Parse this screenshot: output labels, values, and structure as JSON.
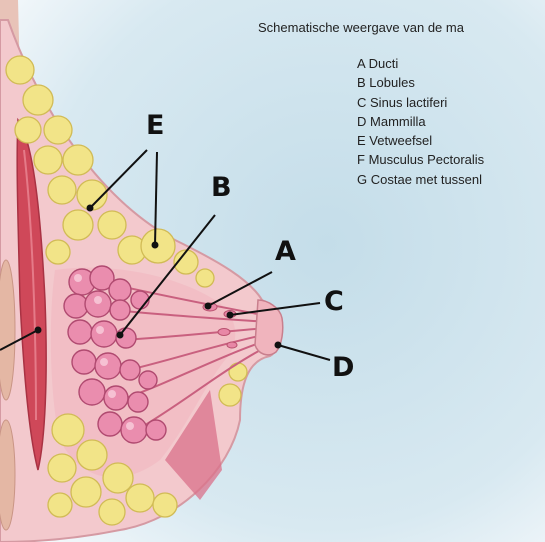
{
  "title": "Schematische weergave van de ma",
  "legend": [
    {
      "key": "A",
      "text": "Ducti"
    },
    {
      "key": "B",
      "text": "Lobules"
    },
    {
      "key": "C",
      "text": "Sinus lactiferi"
    },
    {
      "key": "D",
      "text": "Mammilla"
    },
    {
      "key": "E",
      "text": "Vetweefsel"
    },
    {
      "key": "F",
      "text": "Musculus Pectoralis"
    },
    {
      "key": "G",
      "text": "Costae met tussenl"
    }
  ],
  "labels": {
    "a": "A",
    "b": "B",
    "c": "C",
    "d": "D",
    "e": "E"
  },
  "colors": {
    "background": "#cfe3ec",
    "skin": "#f6cdd0",
    "fat": "#f3e68a",
    "lobule": "#e989aa",
    "muscle": "#d0485a",
    "rib": "#e3b6a6",
    "duct": "#c9607f"
  }
}
